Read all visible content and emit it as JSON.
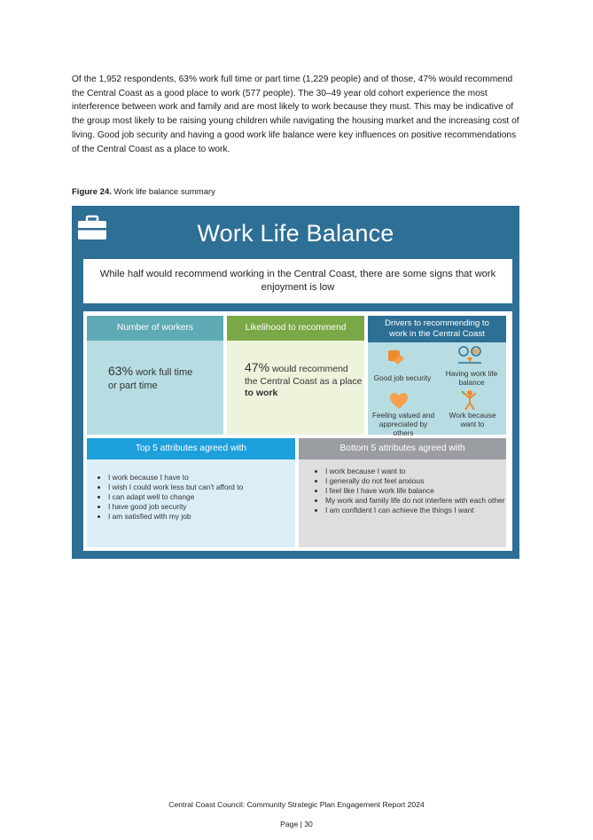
{
  "intro_paragraph": "Of the 1,952 respondents, 63% work full time or part time (1,229 people) and of those, 47% would recommend the Central Coast as a good place to work (577 people). The 30–49 year old cohort experience the most interference between work and family and are most likely to work because they must. This may be indicative of the group most likely to be raising young children while navigating the housing market and the increasing cost of living. Good job security and having a good work life balance were key influences on positive recommendations of the Central Coast as a place to work.",
  "figure": {
    "label": "Figure 24.",
    "caption": "Work life balance summary"
  },
  "infographic": {
    "title": "Work Life Balance",
    "subtitle": "While half would recommend working in the Central Coast, there are some signs that work enjoyment is low",
    "workers": {
      "header": "Number of workers",
      "value": "63%",
      "text_line1": "work full time",
      "text_line2": "or part time"
    },
    "recommend": {
      "header": "Likelihood to recommend",
      "value": "47%",
      "text_line1": "would recommend",
      "text_line2": "the Central Coast as a place",
      "text_bold": "to work"
    },
    "drivers": {
      "header": "Drivers to recommending to work in the Central Coast",
      "items": [
        {
          "label": "Good job security",
          "icon": "security-icon"
        },
        {
          "label": "Having work life balance",
          "icon": "balance-icon"
        },
        {
          "label": "Feeling valued and appreciated by others",
          "icon": "heart-icon"
        },
        {
          "label": "Work because want to",
          "icon": "person-icon"
        }
      ]
    },
    "top5": {
      "header": "Top 5 attributes agreed with",
      "items": [
        "I work because I have to",
        "I wish I could work less but can't afford to",
        "I can adapt well to change",
        "I have good job security",
        "I am satisfied with my job"
      ]
    },
    "bottom5": {
      "header": "Bottom 5 attributes agreed with",
      "items": [
        "I work because I want to",
        "I generally do not feel anxious",
        "I feel like I have work life balance",
        "My work and family life do not interfere with each other",
        "I am confident I can achieve the things I want"
      ]
    },
    "colors": {
      "frame": "#2e6f95",
      "teal_header": "#5eaab5",
      "teal_body": "#b7dde3",
      "green_header": "#7aa846",
      "green_body": "#eef3dc",
      "dark_header": "#2e6f95",
      "blue_header": "#1ea0dd",
      "blue_body": "#dbeef7",
      "grey_header": "#9a9ea3",
      "grey_body": "#dedede",
      "orange_icon": "#f08a2a"
    }
  },
  "footer": {
    "report": "Central Coast Council: Community Strategic Plan Engagement Report 2024",
    "page": "Page | 30"
  }
}
